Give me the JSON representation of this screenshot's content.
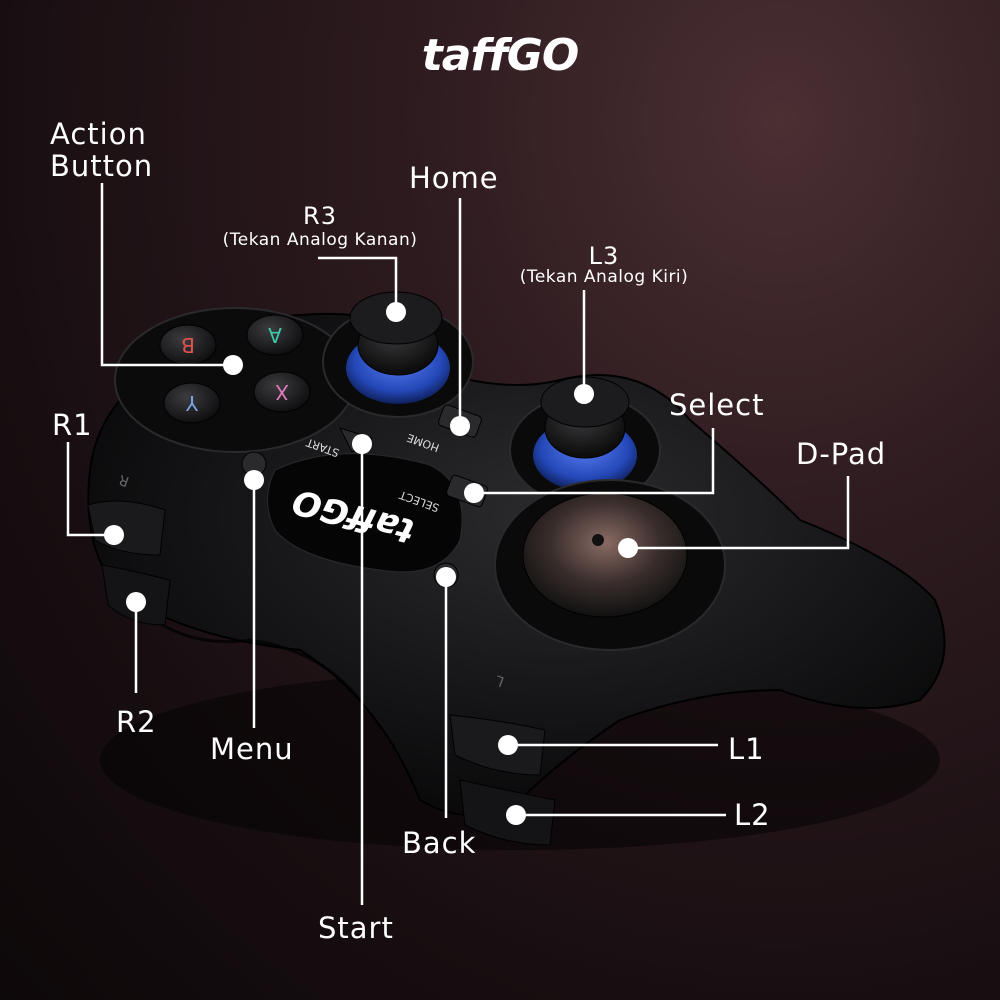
{
  "brand": {
    "logo": "taffGO"
  },
  "labels": {
    "action_button": "Action\nButton",
    "home": "Home",
    "r3": "R3",
    "r3_sub": "(Tekan Analog Kanan)",
    "l3": "L3",
    "l3_sub": "(Tekan Analog Kiri)",
    "select": "Select",
    "d_pad": "D-Pad",
    "r1": "R1",
    "r2": "R2",
    "menu": "Menu",
    "start": "Start",
    "back": "Back",
    "l1": "L1",
    "l2": "L2"
  },
  "controller_print": {
    "start": "START",
    "home": "HOME",
    "select": "SELECT",
    "brand": "taffGO",
    "face_a": "A",
    "face_b": "B",
    "face_x": "X",
    "face_y": "Y",
    "shoulder_r": "R",
    "shoulder_l": "L"
  },
  "colors": {
    "analog_ring": "#2448b8",
    "face_a": "#3fc9a8",
    "face_b": "#e0524e",
    "face_x": "#e07ab8",
    "face_y": "#7aa6e8"
  }
}
